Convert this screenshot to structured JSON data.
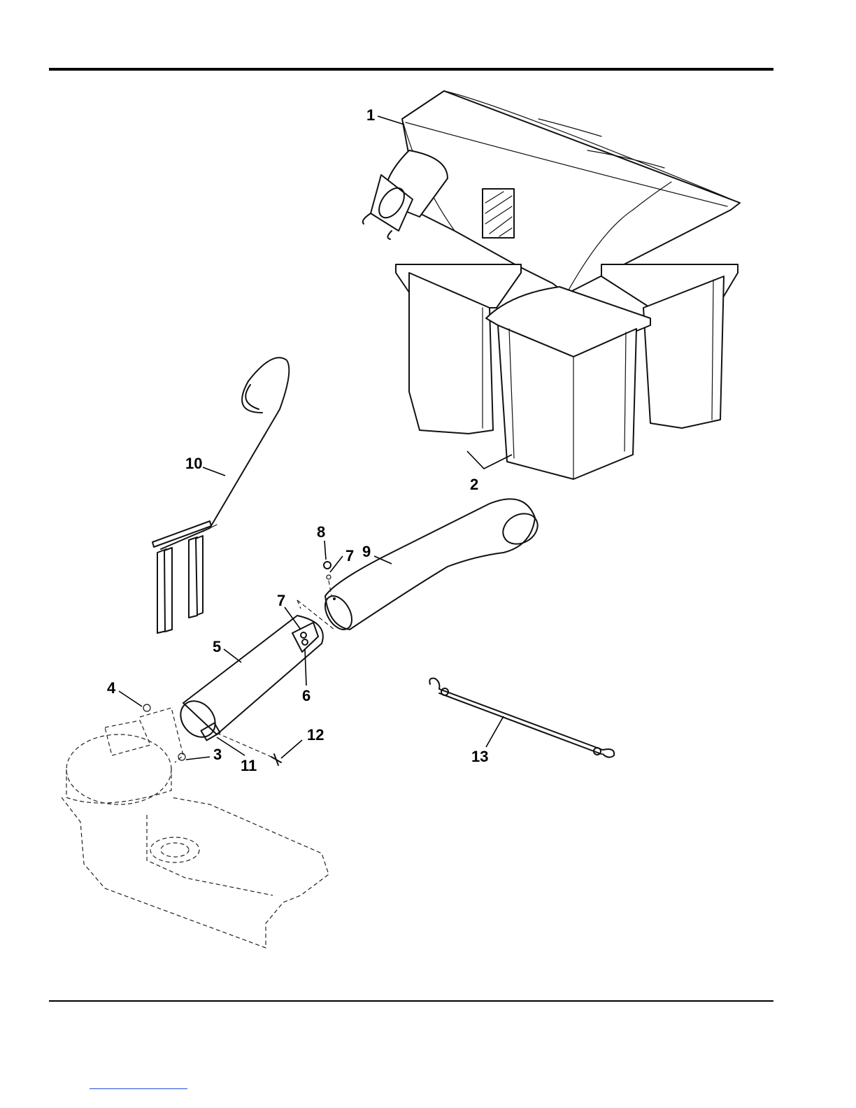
{
  "diagram": {
    "callouts": [
      {
        "id": "1",
        "label": "1"
      },
      {
        "id": "2",
        "label": "2"
      },
      {
        "id": "3",
        "label": "3"
      },
      {
        "id": "4",
        "label": "4"
      },
      {
        "id": "5",
        "label": "5"
      },
      {
        "id": "6",
        "label": "6"
      },
      {
        "id": "7a",
        "label": "7"
      },
      {
        "id": "7b",
        "label": "7"
      },
      {
        "id": "8",
        "label": "8"
      },
      {
        "id": "9",
        "label": "9"
      },
      {
        "id": "10",
        "label": "10"
      },
      {
        "id": "11",
        "label": "11"
      },
      {
        "id": "12",
        "label": "12"
      },
      {
        "id": "13",
        "label": "13"
      }
    ]
  },
  "colors": {
    "ink": "#111111",
    "rule": "#000000",
    "link": "#1f4fd6"
  }
}
